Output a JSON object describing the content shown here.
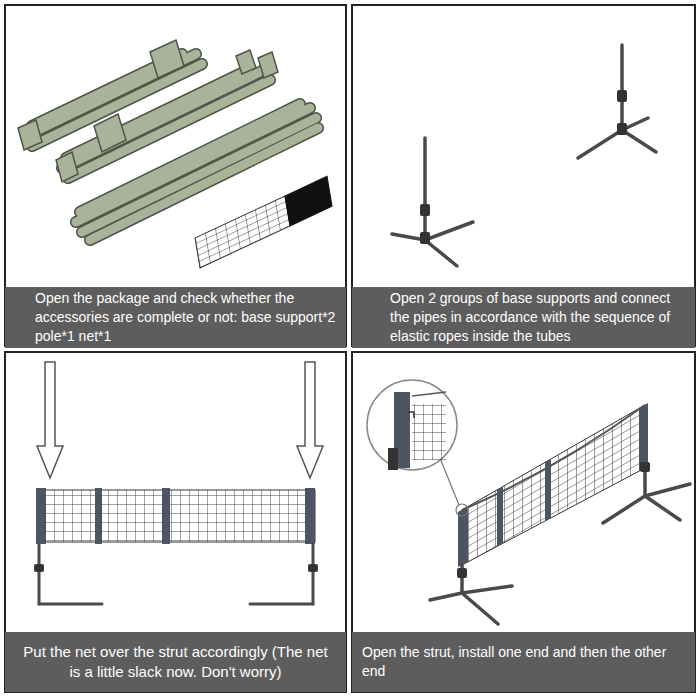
{
  "diagram": {
    "nodes": [
      {
        "text": [
          "Open the package and check whether the accessories are complete or not: base support*2 pole*1 net*1"
        ]
      },
      {
        "text": [
          "Open 2 groups of base supports and connect the pipes in accordance with the sequence of elastic ropes inside the tubes"
        ]
      },
      {
        "text": [
          "Put the net over the strut accordingly (The net is a little slack now. Don't worry)"
        ]
      },
      {
        "text": [
          "Open the strut, install one end and then the other end"
        ]
      }
    ]
  }
}
